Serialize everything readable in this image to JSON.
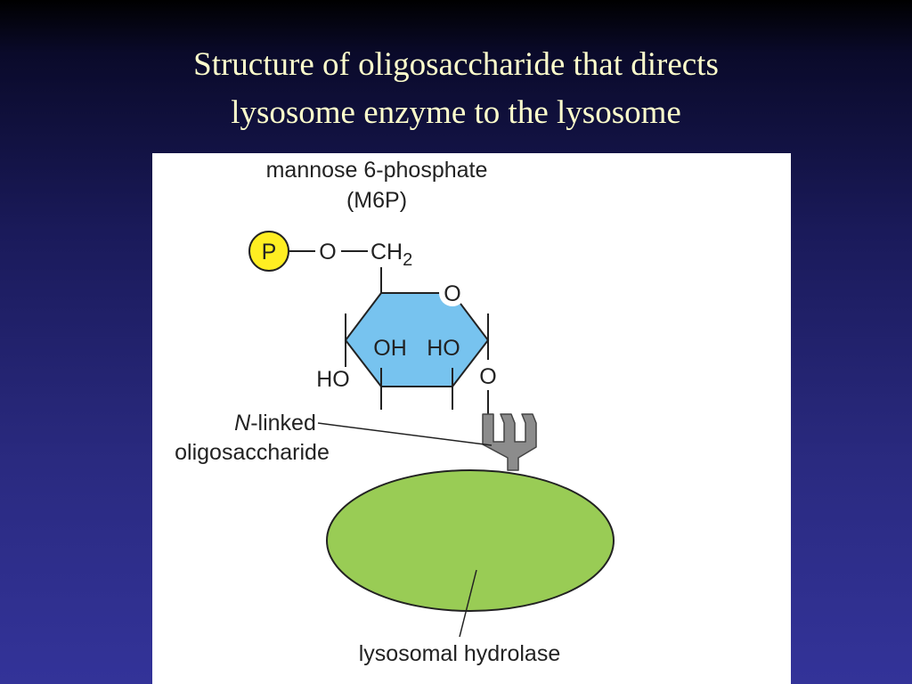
{
  "slide": {
    "title_line1": "Structure of oligosaccharide that directs",
    "title_line2": "lysosome enzyme to the lysosome"
  },
  "diagram": {
    "m6p_name": "mannose 6-phosphate",
    "m6p_abbrev": "(M6P)",
    "phosphate": "P",
    "ring_oxygen": "O",
    "chain_oxygen": "O",
    "ch2_base": "CH",
    "ch2_sub": "2",
    "oh_inner_left": "OH",
    "ho_inner_right": "HO",
    "ho_outer_left": "HO",
    "linkage_oxygen": "O",
    "nlinked_italic": "N",
    "nlinked_rest": "-linked",
    "oligosaccharide": "oligosaccharide",
    "hydrolase": "lysosomal hydrolase"
  },
  "colors": {
    "background_top": "#000000",
    "background_bottom": "#333399",
    "title_text": "#ffffcc",
    "panel": "#ffffff",
    "phosphate_fill": "#ffee22",
    "ring_fill": "#77c3ef",
    "oligo_fill": "#8c8c8c",
    "hydrolase_fill": "#99cc55"
  }
}
